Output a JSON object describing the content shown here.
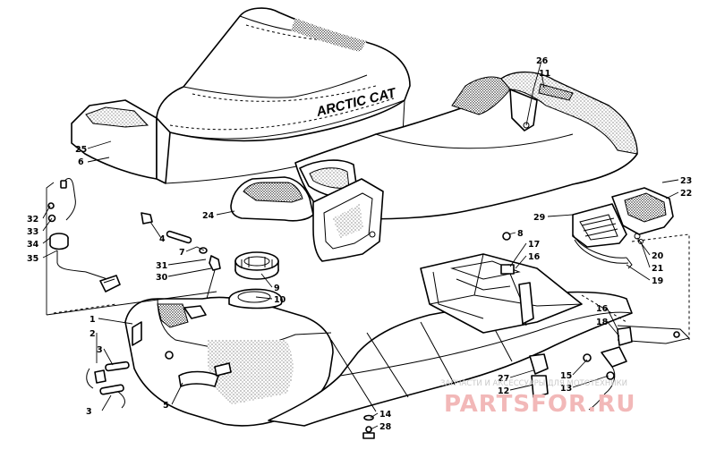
{
  "brand_text": "ARCTIC CAT",
  "watermark": {
    "tagline": "ЗАПЧАСТИ И АКСЕССУАРЫ ДЛЯ МОТОТЕХНИКИ",
    "logo": "PARTSFOR.RU"
  },
  "callouts": [
    {
      "id": "c25",
      "label": "25"
    },
    {
      "id": "c6",
      "label": "6"
    },
    {
      "id": "c26",
      "label": "26"
    },
    {
      "id": "c11",
      "label": "11"
    },
    {
      "id": "c23",
      "label": "23"
    },
    {
      "id": "c22",
      "label": "22"
    },
    {
      "id": "c24",
      "label": "24"
    },
    {
      "id": "c29",
      "label": "29"
    },
    {
      "id": "c32",
      "label": "32"
    },
    {
      "id": "c33",
      "label": "33"
    },
    {
      "id": "c34",
      "label": "34"
    },
    {
      "id": "c35",
      "label": "35"
    },
    {
      "id": "c4",
      "label": "4"
    },
    {
      "id": "c7",
      "label": "7"
    },
    {
      "id": "c31",
      "label": "31"
    },
    {
      "id": "c30",
      "label": "30"
    },
    {
      "id": "c9",
      "label": "9"
    },
    {
      "id": "c10",
      "label": "10"
    },
    {
      "id": "c8",
      "label": "8"
    },
    {
      "id": "c17",
      "label": "17"
    },
    {
      "id": "c16a",
      "label": "16"
    },
    {
      "id": "c20",
      "label": "20"
    },
    {
      "id": "c21",
      "label": "21"
    },
    {
      "id": "c19",
      "label": "19"
    },
    {
      "id": "c1",
      "label": "1"
    },
    {
      "id": "c2",
      "label": "2"
    },
    {
      "id": "c3a",
      "label": "3"
    },
    {
      "id": "c3b",
      "label": "3"
    },
    {
      "id": "c5",
      "label": "5"
    },
    {
      "id": "c16b",
      "label": "16"
    },
    {
      "id": "c18",
      "label": "18"
    },
    {
      "id": "c15",
      "label": "15"
    },
    {
      "id": "c13",
      "label": "13"
    },
    {
      "id": "c27",
      "label": "27"
    },
    {
      "id": "c12",
      "label": "12"
    },
    {
      "id": "c14",
      "label": "14"
    },
    {
      "id": "c28",
      "label": "28"
    }
  ]
}
